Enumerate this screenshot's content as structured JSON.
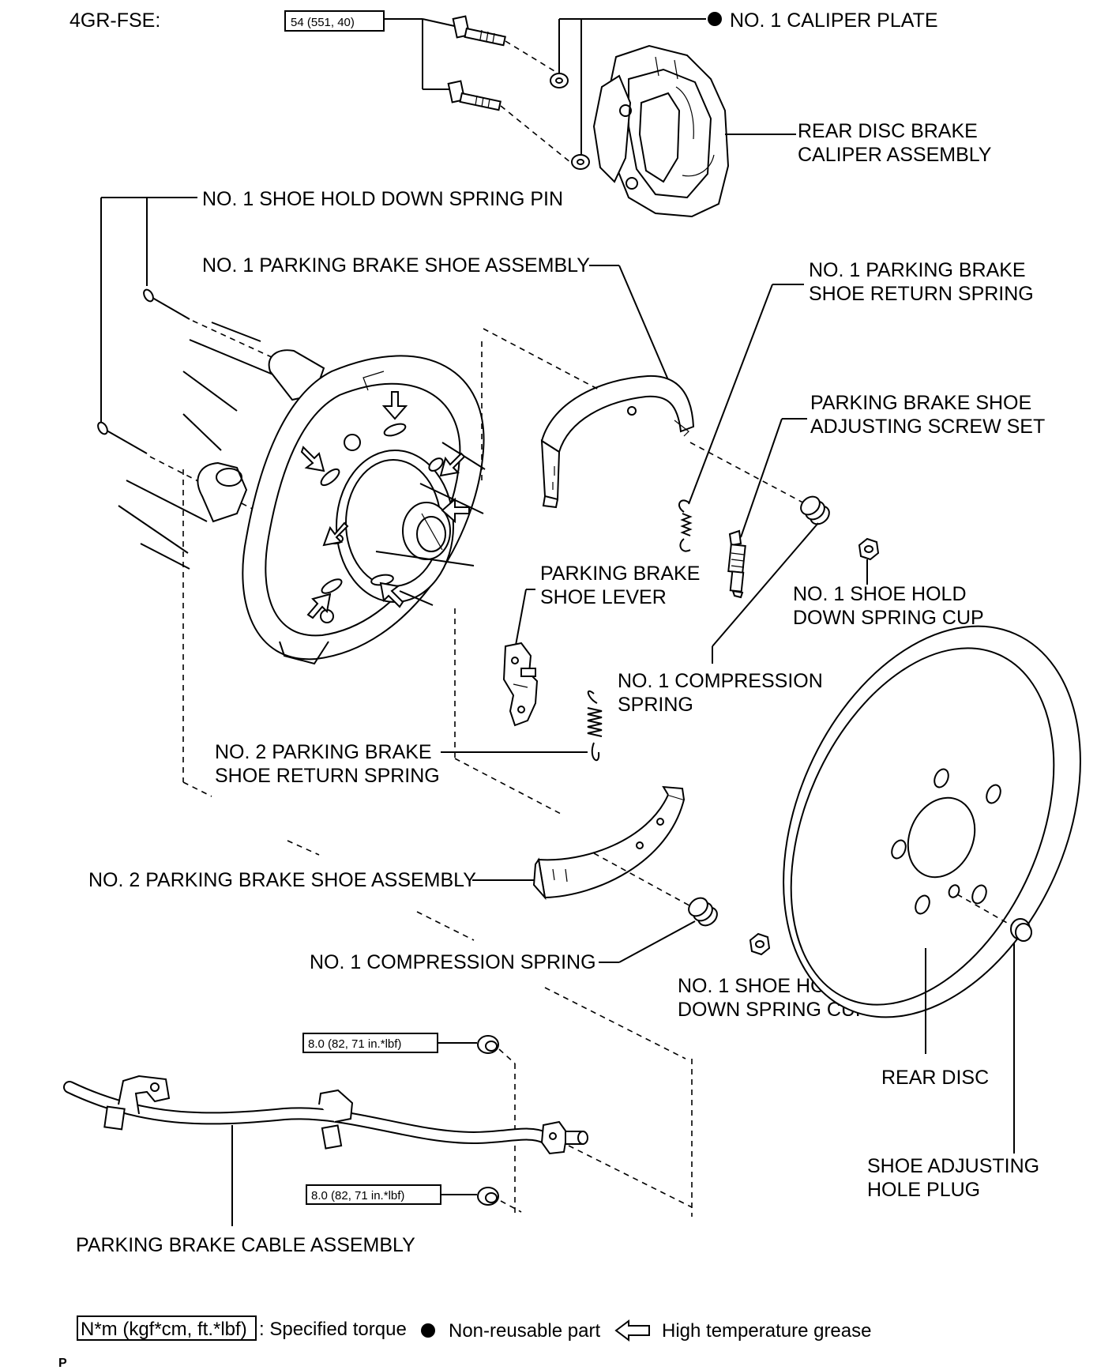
{
  "header": {
    "engine_code": "4GR-FSE:"
  },
  "torque": {
    "caliper_bolts": "54 (551, 40)",
    "cable_nut_upper": "8.0 (82, 71 in.*lbf)",
    "cable_nut_lower": "8.0 (82, 71 in.*lbf)"
  },
  "labels": {
    "caliper_plate": "NO. 1 CALIPER PLATE",
    "caliper_assembly": [
      "REAR DISC BRAKE",
      "CALIPER ASSEMBLY"
    ],
    "hold_down_pin": "NO. 1 SHOE HOLD DOWN SPRING PIN",
    "shoe_assembly_1": "NO. 1 PARKING BRAKE SHOE ASSEMBLY",
    "return_spring_1": [
      "NO. 1 PARKING BRAKE",
      "SHOE RETURN SPRING"
    ],
    "adjusting_screw": [
      "PARKING BRAKE SHOE",
      "ADJUSTING SCREW SET"
    ],
    "shoe_lever": [
      "PARKING BRAKE",
      "SHOE LEVER"
    ],
    "spring_cup_upper": [
      "NO. 1 SHOE HOLD",
      "DOWN SPRING CUP"
    ],
    "compression_spring_upper": [
      "NO. 1 COMPRESSION",
      "SPRING"
    ],
    "return_spring_2": [
      "NO.  2 PARKING BRAKE",
      "SHOE RETURN SPRING"
    ],
    "shoe_assembly_2": "NO. 2 PARKING BRAKE SHOE ASSEMBLY",
    "compression_spring_lower": "NO. 1 COMPRESSION SPRING",
    "spring_cup_lower": [
      "NO. 1 SHOE HOLD",
      "DOWN SPRING CUP"
    ],
    "rear_disc": "REAR DISC",
    "hole_plug": [
      "SHOE ADJUSTING",
      "HOLE PLUG"
    ],
    "cable_assembly": "PARKING BRAKE CABLE ASSEMBLY"
  },
  "legend": {
    "torque_box": "N*m (kgf*cm, ft.*lbf)",
    "torque_text": ": Specified torque",
    "nonreusable_text": "Non-reusable part",
    "grease_text": "High temperature grease"
  },
  "footer": {
    "page_mark": "P"
  }
}
